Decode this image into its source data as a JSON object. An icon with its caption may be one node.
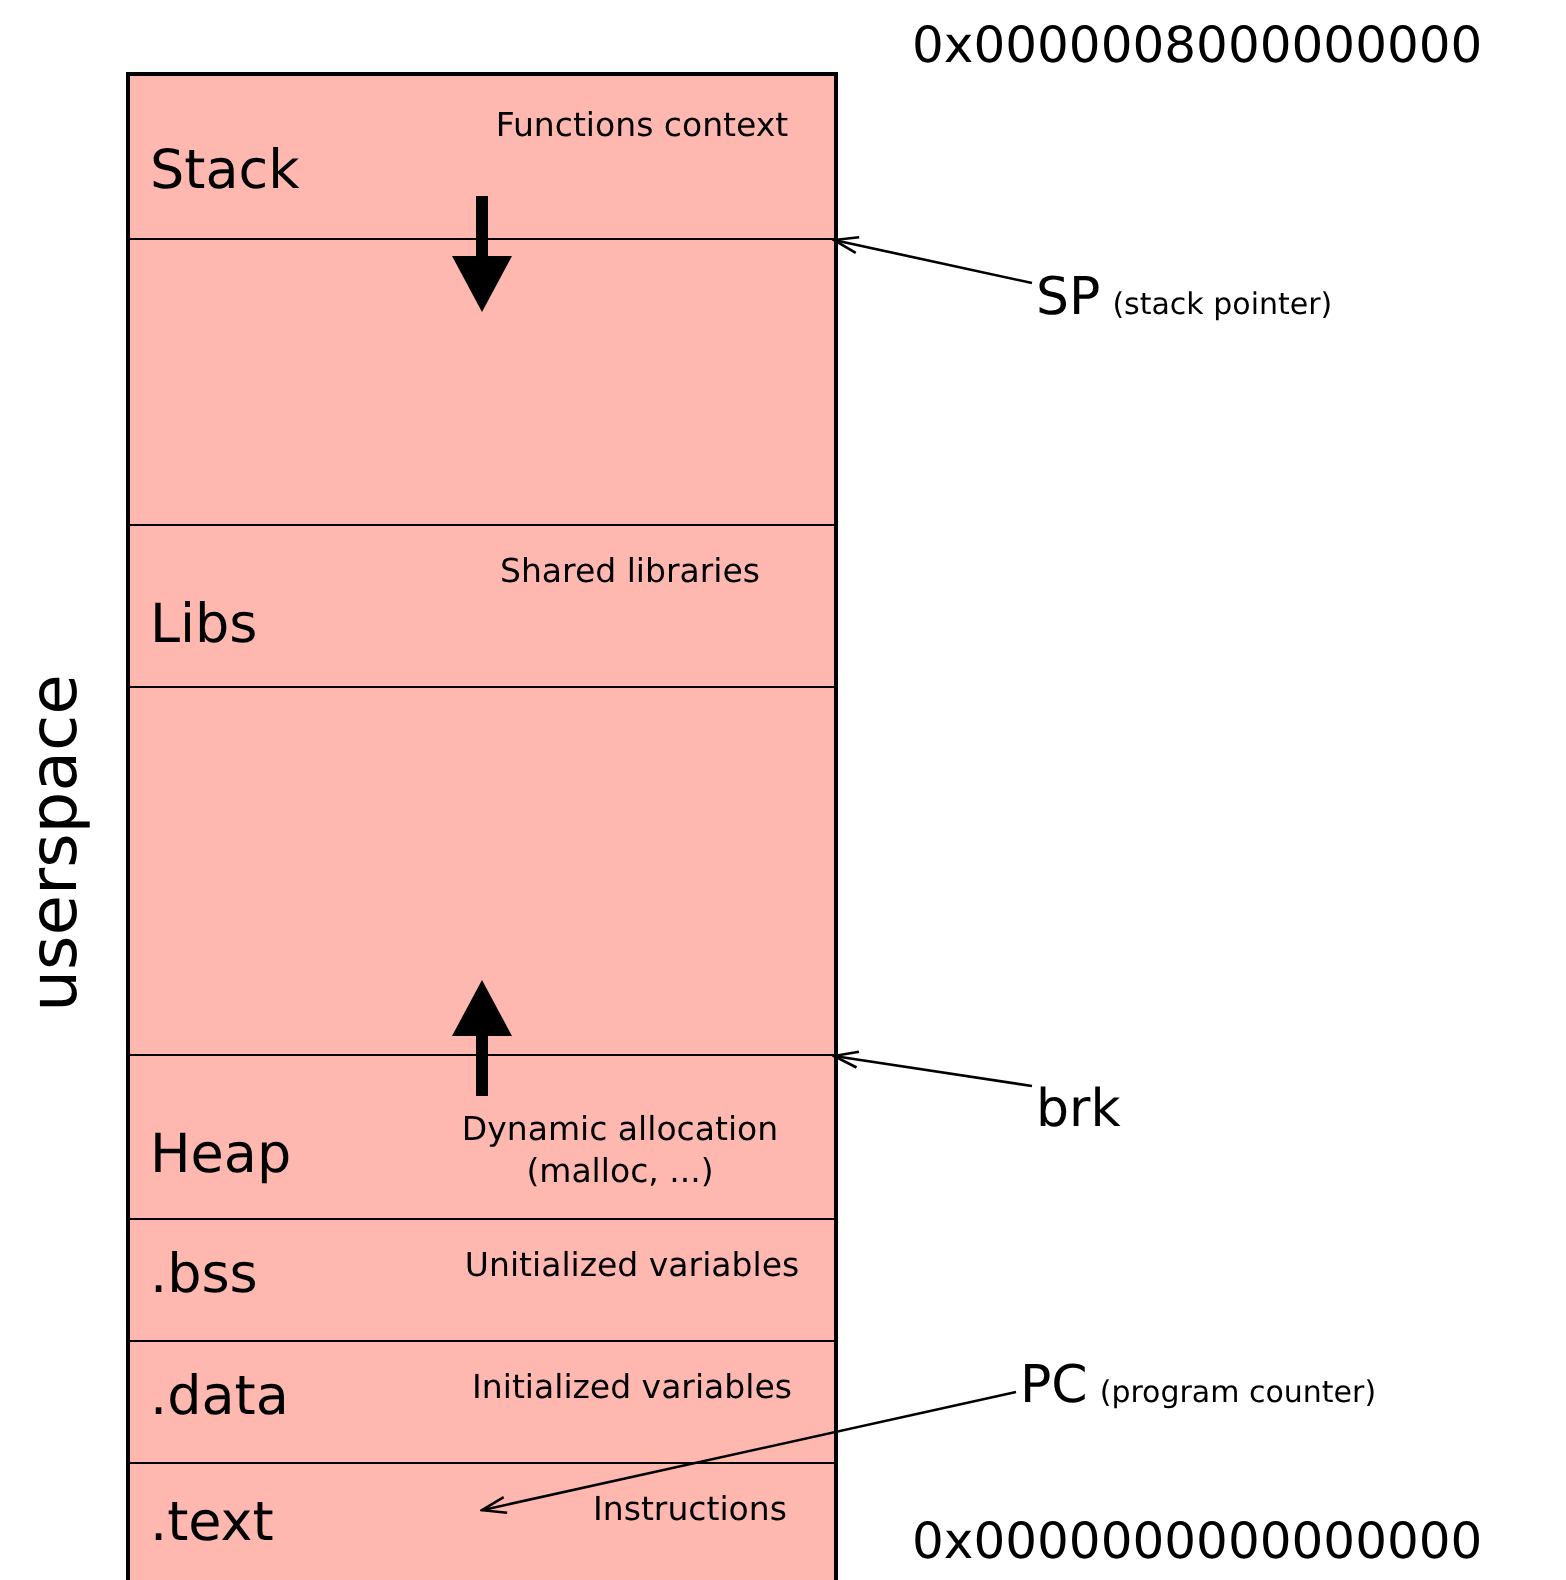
{
  "diagram": {
    "nodes": [
      {
        "text": [],
        "shape": "box"
      },
      {
        "text": [
          "Stack",
          "Functions context"
        ],
        "in": 0
      },
      {
        "text": [],
        "shape": "box",
        "in": 0
      },
      {
        "text": [
          "Libs",
          "Shared libraries"
        ],
        "in": 0
      },
      {
        "text": [],
        "shape": "box",
        "in": 0
      },
      {
        "text": [
          "Heap",
          "Dynamic allocation (malloc, ...)"
        ],
        "in": 0
      },
      {
        "text": [
          ".bss",
          "Unitialized variables"
        ],
        "in": 0
      },
      {
        "text": [
          ".data",
          "Initialized variables"
        ],
        "in": 0
      },
      {
        "text": [
          ".text",
          "Instructions"
        ],
        "in": 0
      },
      {
        "text": [
          "SP",
          "(stack pointer)"
        ]
      },
      {
        "text": [
          "brk"
        ]
      },
      {
        "text": [
          "PC",
          "(program counter)"
        ]
      }
    ],
    "edges": [
      {
        "from": 9,
        "to": 1,
        "arrow": "to"
      },
      {
        "from": 10,
        "to": 5,
        "arrow": "to"
      },
      {
        "from": 11,
        "to": 8,
        "arrow": "to"
      }
    ],
    "labels": [
      "0x0000008000000000",
      "userspace",
      "0x0000000000000000"
    ]
  }
}
